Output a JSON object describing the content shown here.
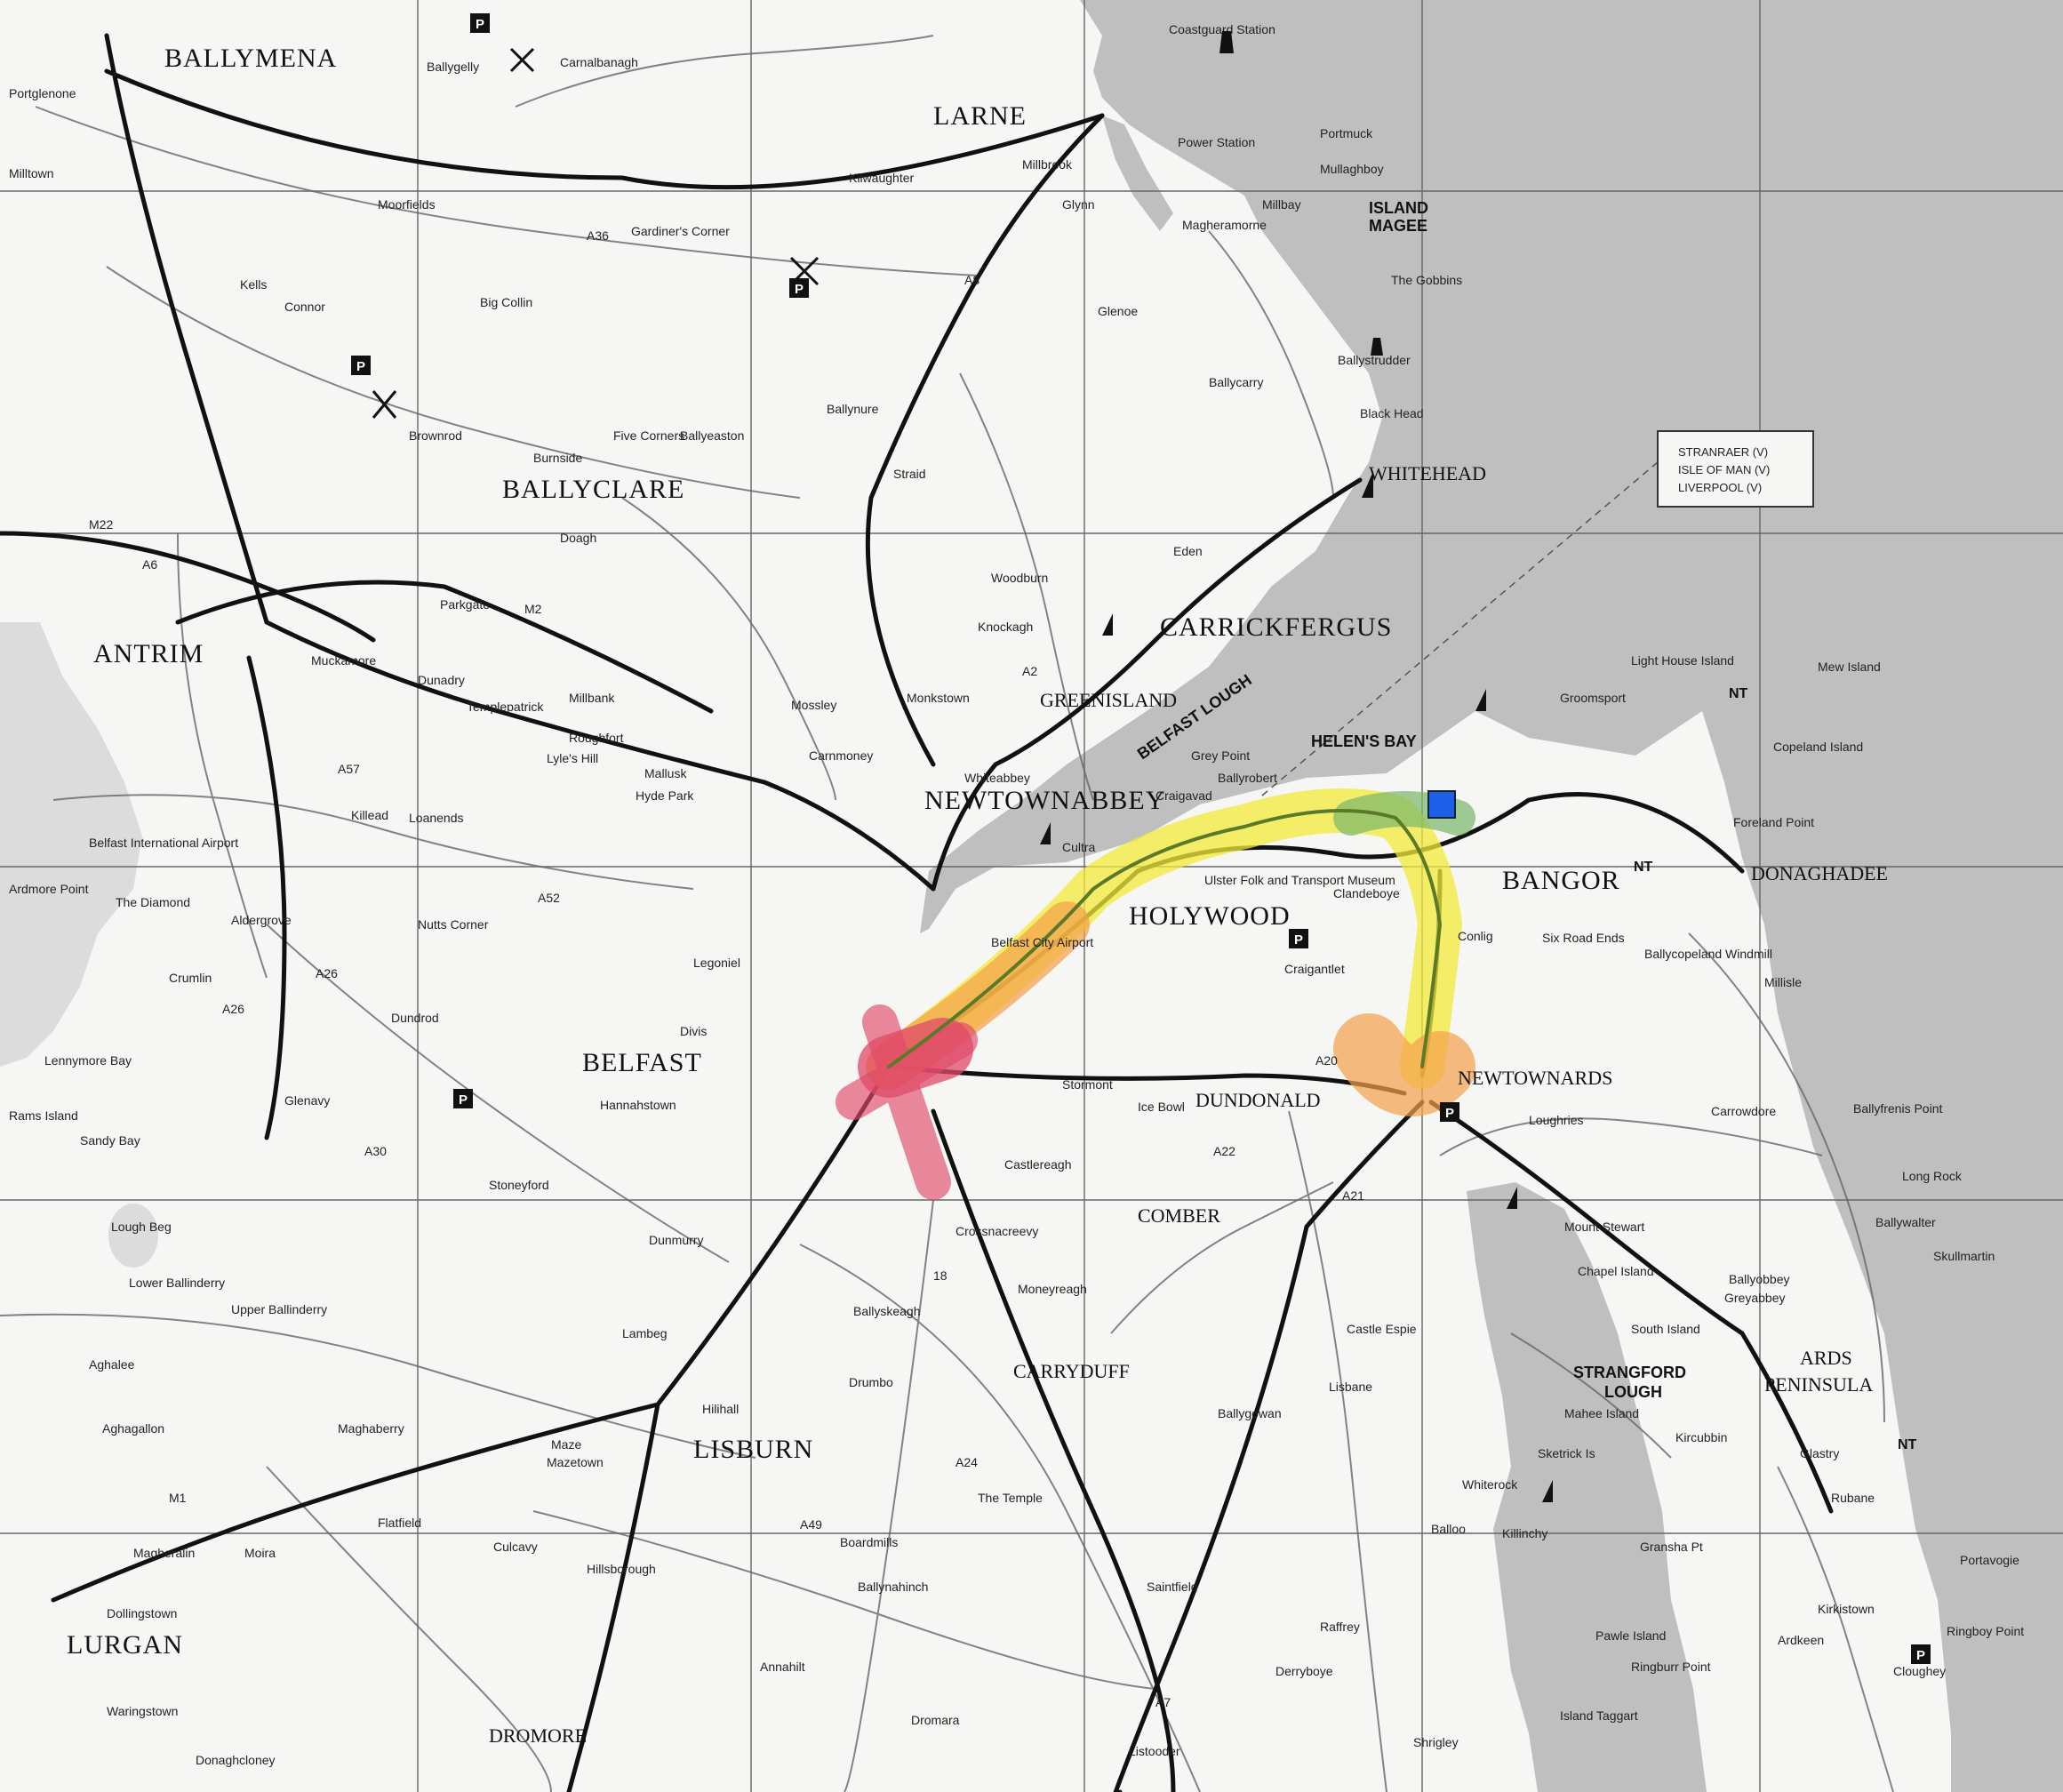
{
  "colors": {
    "land": "#f6f6f4",
    "water": "#bfbfbf",
    "grid": "#666666",
    "road_major": "#111111",
    "road_minor": "#555555",
    "route_yellow": "#f2ea3a",
    "route_orange": "#f3a04a",
    "route_red": "#e04a6a",
    "route_green": "#79b76a",
    "route_line": "#5a7a2a",
    "marker_blue": "#1e5fe8"
  },
  "places_large": [
    "BALLYMENA",
    "LARNE",
    "BALLYCLARE",
    "ANTRIM",
    "CARRICKFERGUS",
    "WHITEHEAD",
    "NEWTOWNABBEY",
    "BELFAST",
    "HOLYWOOD",
    "BANGOR",
    "DONAGHADEE",
    "NEWTOWNARDS",
    "DUNDONALD",
    "LISBURN",
    "COMBER",
    "CARRYDUFF",
    "LURGAN",
    "DROMORE",
    "ARDS",
    "PENINSULA",
    "GREENISLAND"
  ],
  "places_medium": [
    "ISLAND",
    "MAGEE",
    "HELEN'S BAY",
    "BELFAST LOUGH",
    "STRANGFORD",
    "LOUGH"
  ],
  "places_small": [
    "Carnalbanagh",
    "Ballygelly",
    "Kilwaughter",
    "Glynn",
    "Millbrook",
    "Portmuck",
    "Mullaghboy",
    "Magheramorne",
    "Millbay",
    "Glenoe",
    "Ballycarry",
    "Ballystrudder",
    "Black Head",
    "The Gobbins",
    "Moorfields",
    "Gardiner's Corner",
    "Kells",
    "Connor",
    "Big Collin",
    "Ballynure",
    "Straid",
    "Five Corners",
    "Ballyeaston",
    "Burnside",
    "Brownrod",
    "Doagh",
    "Parkgate",
    "Muckamore",
    "Dunadry",
    "Templepatrick",
    "Millbank",
    "Roughfort",
    "Lyle's Hill",
    "Mallusk",
    "Hyde Park",
    "Mossley",
    "Monkstown",
    "Carnmoney",
    "Whiteabbey",
    "Belfast International Airport",
    "The Diamond",
    "Aldergrove",
    "Killead",
    "Loanends",
    "Nutts Corner",
    "Crumlin",
    "Dundrod",
    "Glenavy",
    "Legoniel",
    "Divis",
    "Hannahstown",
    "Stoneyford",
    "Knockagh",
    "Woodburn",
    "Eden",
    "Grey Point",
    "Craigavad",
    "Ballyrobert",
    "Clandeboye",
    "Conlig",
    "Six Road Ends",
    "Ballycopeland Windmill",
    "Millisle",
    "Groomsport",
    "Copeland Island",
    "Mew Island",
    "Light House Island",
    "Foreland Point",
    "Cultra",
    "Ulster Folk and Transport Museum",
    "Craigantlet",
    "Stormont",
    "Ice Bowl",
    "Castlereagh",
    "Crossnacreevy",
    "Moneyreagh",
    "Loughries",
    "Carrowdore",
    "Ballyfrenis Point",
    "Long Rock",
    "Ballywalter",
    "Skullmartin",
    "Ballyobbey",
    "Mount Stewart",
    "Chapel Island",
    "South Island",
    "Greyabbey",
    "Kircubbin",
    "Glastry",
    "Rubane",
    "Portavogie",
    "Kirkistown",
    "Ardkeen",
    "Ringboy Point",
    "Cloughey",
    "Lisbane",
    "Ballygowan",
    "Castle Espie",
    "Whiterock",
    "Killinchy",
    "Balloo",
    "Drumbo",
    "Ballyskeagh",
    "Lambeg",
    "Hilihall",
    "Maze",
    "Mazetown",
    "Culcavy",
    "Hillsborough",
    "Boardmills",
    "The Temple",
    "Saintfield",
    "Ballynahinch",
    "Annahilt",
    "Listooder",
    "Dromara",
    "Raffrey",
    "Derryboye",
    "Shrigley",
    "Magheralin",
    "Moira",
    "Dollingstown",
    "Waringstown",
    "Donaghcloney",
    "Aghalee",
    "Lower Ballinderry",
    "Upper Ballinderry",
    "Aghagallon",
    "Maghaberry",
    "Flatfield",
    "Lough Beg",
    "Sandy Bay",
    "Lennymore Bay",
    "Rams Island",
    "Ardmore Point",
    "Milltown",
    "Portglenone",
    "Dunmurry",
    "Gransha Pt",
    "Pawle Island",
    "Island Taggart",
    "Ringburr Point",
    "Mahee Island",
    "Sketrick Is",
    "Belfast City Airport",
    "Power Station",
    "Coastguard Station"
  ],
  "callout_lines": [
    "STRANRAER (V)",
    "ISLE OF MAN (V)",
    "LIVERPOOL (V)"
  ],
  "road_labels": [
    "M22",
    "A36",
    "A6",
    "M2",
    "A26",
    "A2",
    "A8",
    "A52",
    "A30",
    "A20",
    "A21",
    "A24",
    "A7",
    "M1",
    "A49",
    "A26",
    "A57",
    "A22",
    "18"
  ],
  "symbols": [
    "P",
    "NT"
  ],
  "icons": [
    "parking-icon",
    "windmill-icon",
    "yacht-icon",
    "lighthouse-icon",
    "viewpoint-icon",
    "hut-icon",
    "marker-square-icon"
  ]
}
